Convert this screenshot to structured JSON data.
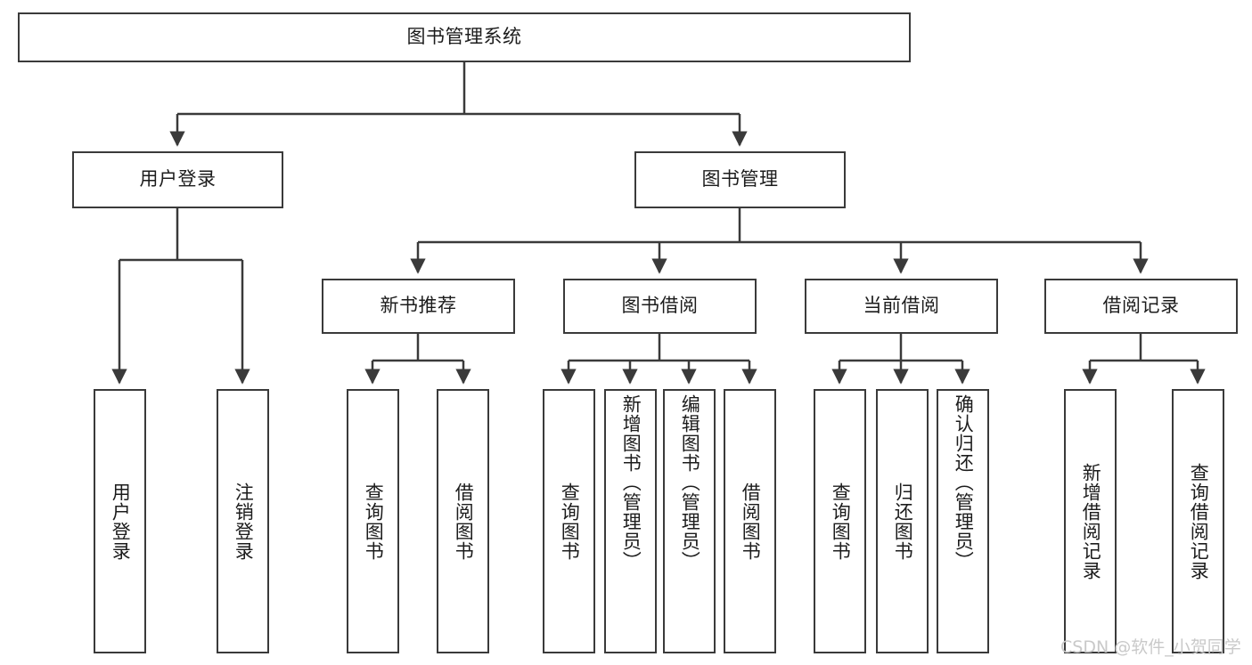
{
  "diagram": {
    "title": "图书管理系统",
    "type": "tree",
    "watermark": "CSDN @软件_小贺同学",
    "colors": {
      "box_border": "#3a3a3a",
      "box_fill": "#ffffff",
      "edge": "#3a3a3a",
      "text": "#1c1c1c",
      "watermark": "#c9c9c9"
    },
    "nodes": {
      "root": {
        "label": "图书管理系统",
        "orientation": "horizontal"
      },
      "level2": [
        {
          "id": "user-login",
          "label": "用户登录",
          "orientation": "horizontal"
        },
        {
          "id": "book-manage",
          "label": "图书管理",
          "orientation": "horizontal"
        }
      ],
      "level3": [
        {
          "id": "new-book-recommend",
          "label": "新书推荐",
          "orientation": "horizontal"
        },
        {
          "id": "book-borrow",
          "label": "图书借阅",
          "orientation": "horizontal"
        },
        {
          "id": "current-borrow",
          "label": "当前借阅",
          "orientation": "horizontal"
        },
        {
          "id": "borrow-record",
          "label": "借阅记录",
          "orientation": "horizontal"
        }
      ],
      "leaves": {
        "user_login": [
          {
            "id": "leaf-user-login",
            "label": "用户登录",
            "orientation": "vertical"
          },
          {
            "id": "leaf-logout-login",
            "label": "注销登录",
            "orientation": "vertical"
          }
        ],
        "new_book_recommend": [
          {
            "id": "leaf-query-book-1",
            "label": "查询图书",
            "orientation": "vertical"
          },
          {
            "id": "leaf-borrow-book-1",
            "label": "借阅图书",
            "orientation": "vertical"
          }
        ],
        "book_borrow": [
          {
            "id": "leaf-query-book-2",
            "label": "查询图书",
            "orientation": "vertical"
          },
          {
            "id": "leaf-add-book-admin",
            "label": "新增图书（管理员）",
            "orientation": "vertical"
          },
          {
            "id": "leaf-edit-book-admin",
            "label": "编辑图书（管理员）",
            "orientation": "vertical"
          },
          {
            "id": "leaf-borrow-book-2",
            "label": "借阅图书",
            "orientation": "vertical"
          }
        ],
        "current_borrow": [
          {
            "id": "leaf-query-book-3",
            "label": "查询图书",
            "orientation": "vertical"
          },
          {
            "id": "leaf-return-book",
            "label": "归还图书",
            "orientation": "vertical"
          },
          {
            "id": "leaf-confirm-return-admin",
            "label": "确认归还（管理员）",
            "orientation": "vertical"
          }
        ],
        "borrow_record": [
          {
            "id": "leaf-add-borrow-record",
            "label": "新增借阅记录",
            "orientation": "vertical"
          },
          {
            "id": "leaf-query-borrow-record",
            "label": "查询借阅记录",
            "orientation": "vertical"
          }
        ]
      }
    }
  }
}
